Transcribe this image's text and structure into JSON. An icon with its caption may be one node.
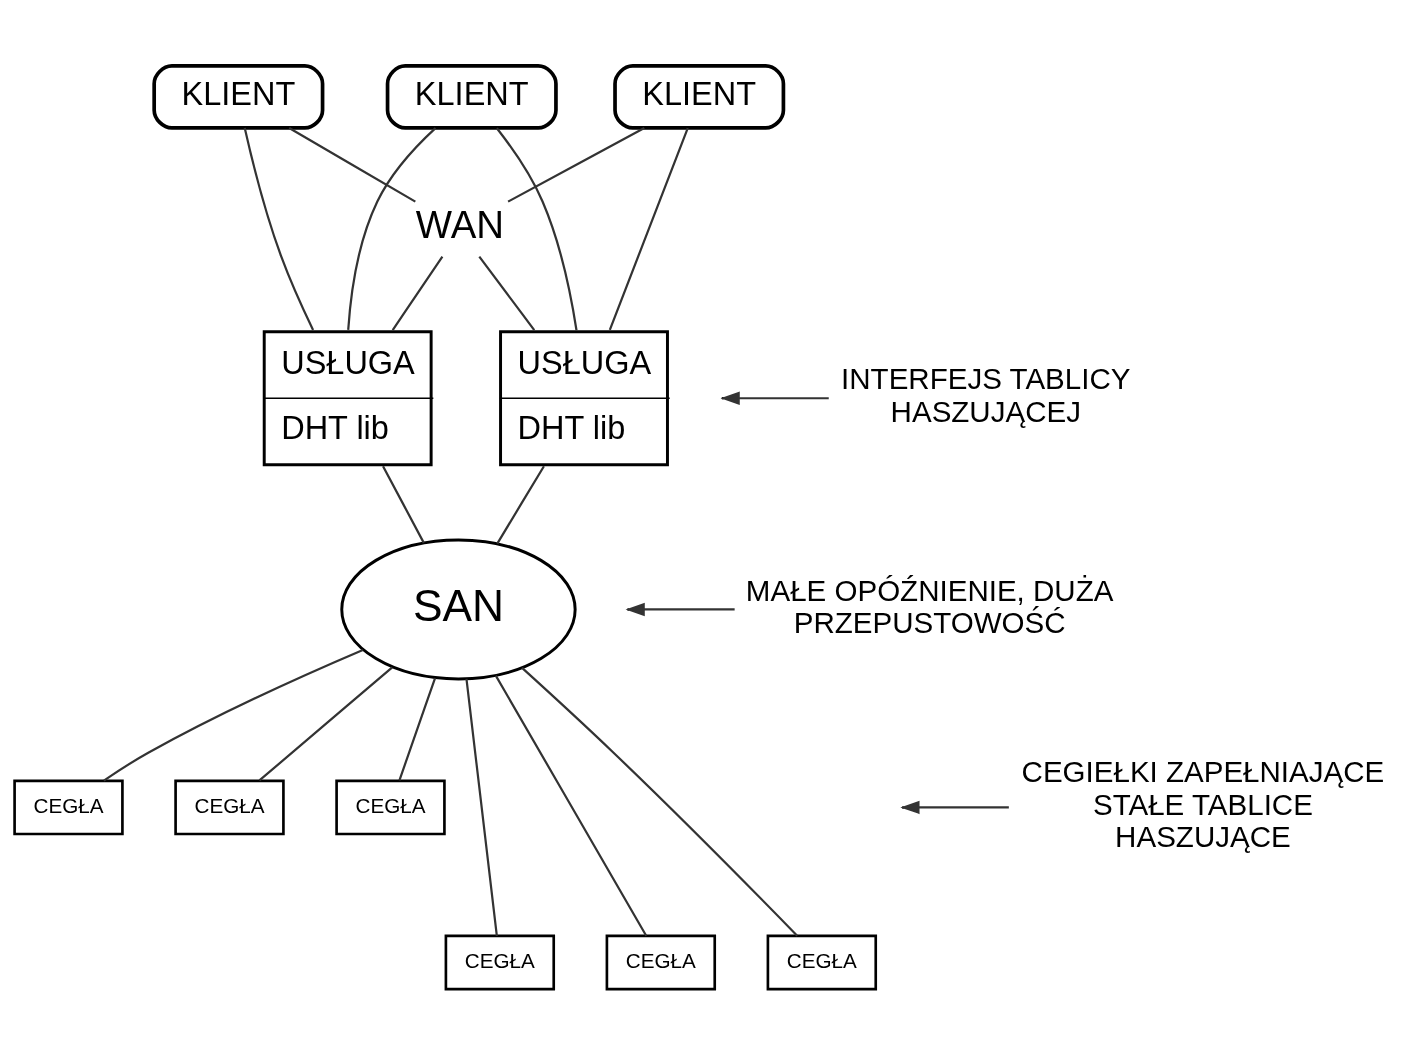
{
  "diagram": {
    "nodes": [
      {
        "text": [
          "KLIENT"
        ]
      },
      {
        "text": [
          "KLIENT"
        ]
      },
      {
        "text": [
          "KLIENT"
        ]
      },
      {
        "text": [
          "WAN"
        ]
      },
      {
        "text": [
          "USŁUGA",
          "DHT lib"
        ]
      },
      {
        "text": [
          "USŁUGA",
          "DHT lib"
        ]
      },
      {
        "text": [
          "SAN"
        ]
      },
      {
        "text": [
          "CEGŁA"
        ]
      },
      {
        "text": [
          "CEGŁA"
        ]
      },
      {
        "text": [
          "CEGŁA"
        ]
      },
      {
        "text": [
          "CEGŁA"
        ]
      },
      {
        "text": [
          "CEGŁA"
        ]
      },
      {
        "text": [
          "CEGŁA"
        ]
      },
      {
        "text": [
          "INTERFEJS TABLICY HASZUJĄCEJ"
        ]
      },
      {
        "text": [
          "MAŁE OPÓŹNIENIE, DUŻA PRZEPUSTOWOŚĆ"
        ]
      },
      {
        "text": [
          "CEGIEŁKI ZAPEŁNIAJĄCE STAŁE TABLICE HASZUJĄCE"
        ]
      }
    ],
    "edges": [
      {
        "from": 0,
        "to": 4,
        "arrow": "none"
      },
      {
        "from": 0,
        "to": 3,
        "arrow": "none"
      },
      {
        "from": 1,
        "to": 4,
        "arrow": "none"
      },
      {
        "from": 1,
        "to": 5,
        "arrow": "none"
      },
      {
        "from": 2,
        "to": 3,
        "arrow": "none"
      },
      {
        "from": 2,
        "to": 5,
        "arrow": "none"
      },
      {
        "from": 3,
        "to": 4,
        "arrow": "none"
      },
      {
        "from": 3,
        "to": 5,
        "arrow": "none"
      },
      {
        "from": 4,
        "to": 6,
        "arrow": "none"
      },
      {
        "from": 5,
        "to": 6,
        "arrow": "none"
      },
      {
        "from": 6,
        "to": 7,
        "arrow": "none"
      },
      {
        "from": 6,
        "to": 10,
        "arrow": "none"
      },
      {
        "from": 6,
        "to": 8,
        "arrow": "none"
      },
      {
        "from": 6,
        "to": 11,
        "arrow": "none"
      },
      {
        "from": 6,
        "to": 9,
        "arrow": "none"
      },
      {
        "from": 6,
        "to": 12,
        "arrow": "none"
      },
      {
        "from": 13,
        "to": null,
        "arrow": "to"
      },
      {
        "from": 14,
        "to": null,
        "arrow": "to"
      },
      {
        "from": 15,
        "to": null,
        "arrow": "to"
      }
    ]
  }
}
